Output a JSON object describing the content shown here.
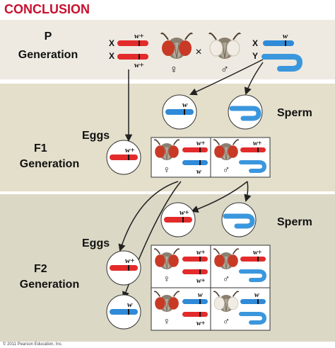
{
  "header": {
    "title": "CONCLUSION"
  },
  "colors": {
    "header_red": "#c8102e",
    "p_band": "#eeeae1",
    "f1_band": "#e3dfcb",
    "f2_band": "#dbd8c6",
    "x_chrom_red": "#e32b2b",
    "x_chrom_blue": "#2f8ad8",
    "y_chrom_blue": "#3b97dd"
  },
  "p_generation": {
    "label_line1": "P",
    "label_line2": "Generation",
    "female_chrom_labels": [
      "X",
      "X"
    ],
    "female_alleles": [
      "w+",
      "w+"
    ],
    "cross_symbol": "×",
    "male_chrom_labels": [
      "X",
      "Y"
    ],
    "male_allele": "w",
    "female_symbol": "♀",
    "male_symbol": "♂"
  },
  "f1_generation": {
    "label_line1": "F1",
    "label_line2": "Generation",
    "eggs_label": "Eggs",
    "sperm_label": "Sperm",
    "egg_allele": "w+",
    "sperm_x_allele": "w",
    "cell_female": {
      "alleles": [
        "w+",
        "w"
      ],
      "symbol": "♀"
    },
    "cell_male": {
      "alleles": [
        "w+"
      ],
      "symbol": "♂"
    }
  },
  "f2_generation": {
    "label_line1": "F2",
    "label_line2": "Generation",
    "eggs_label": "Eggs",
    "sperm_label": "Sperm",
    "sperm_x_allele": "w+",
    "egg_alleles": [
      "w+",
      "w"
    ],
    "cells": [
      {
        "alleles": [
          "w+",
          "w+"
        ],
        "symbol": "♀"
      },
      {
        "alleles": [
          "w+"
        ],
        "symbol": "♂"
      },
      {
        "alleles": [
          "w",
          "w+"
        ],
        "symbol": "♀"
      },
      {
        "alleles": [
          "w"
        ],
        "symbol": "♂"
      }
    ]
  },
  "footer": {
    "copyright": "© 2011 Pearson Education, Inc."
  }
}
